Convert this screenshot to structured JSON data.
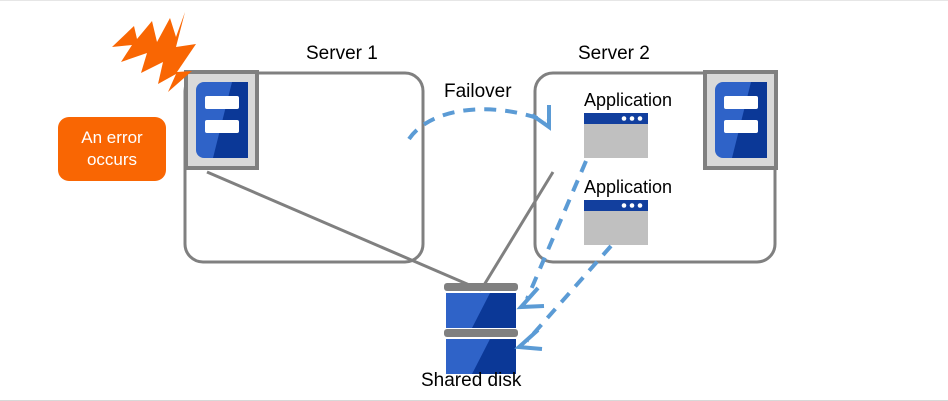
{
  "diagram": {
    "title_server1": "Server 1",
    "title_server2": "Server 2",
    "failover_label": "Failover",
    "shared_disk_label": "Shared disk",
    "error_line1": "An error",
    "error_line2": "occurs",
    "application_label_1": "Application",
    "application_label_2": "Application",
    "colors": {
      "accent_orange": "#f96603",
      "server_blue_light": "#2f63c8",
      "server_blue_dark": "#0b3897",
      "arrow_blue": "#5b9bd5",
      "box_gray": "#808080",
      "icon_frame_gray": "#d9d9d9",
      "app_body_gray": "#c0c0c0",
      "app_title_blue": "#123f9e",
      "disk_bar_gray": "#808080",
      "text_black": "#000000",
      "badge_text": "#ffffff"
    }
  }
}
